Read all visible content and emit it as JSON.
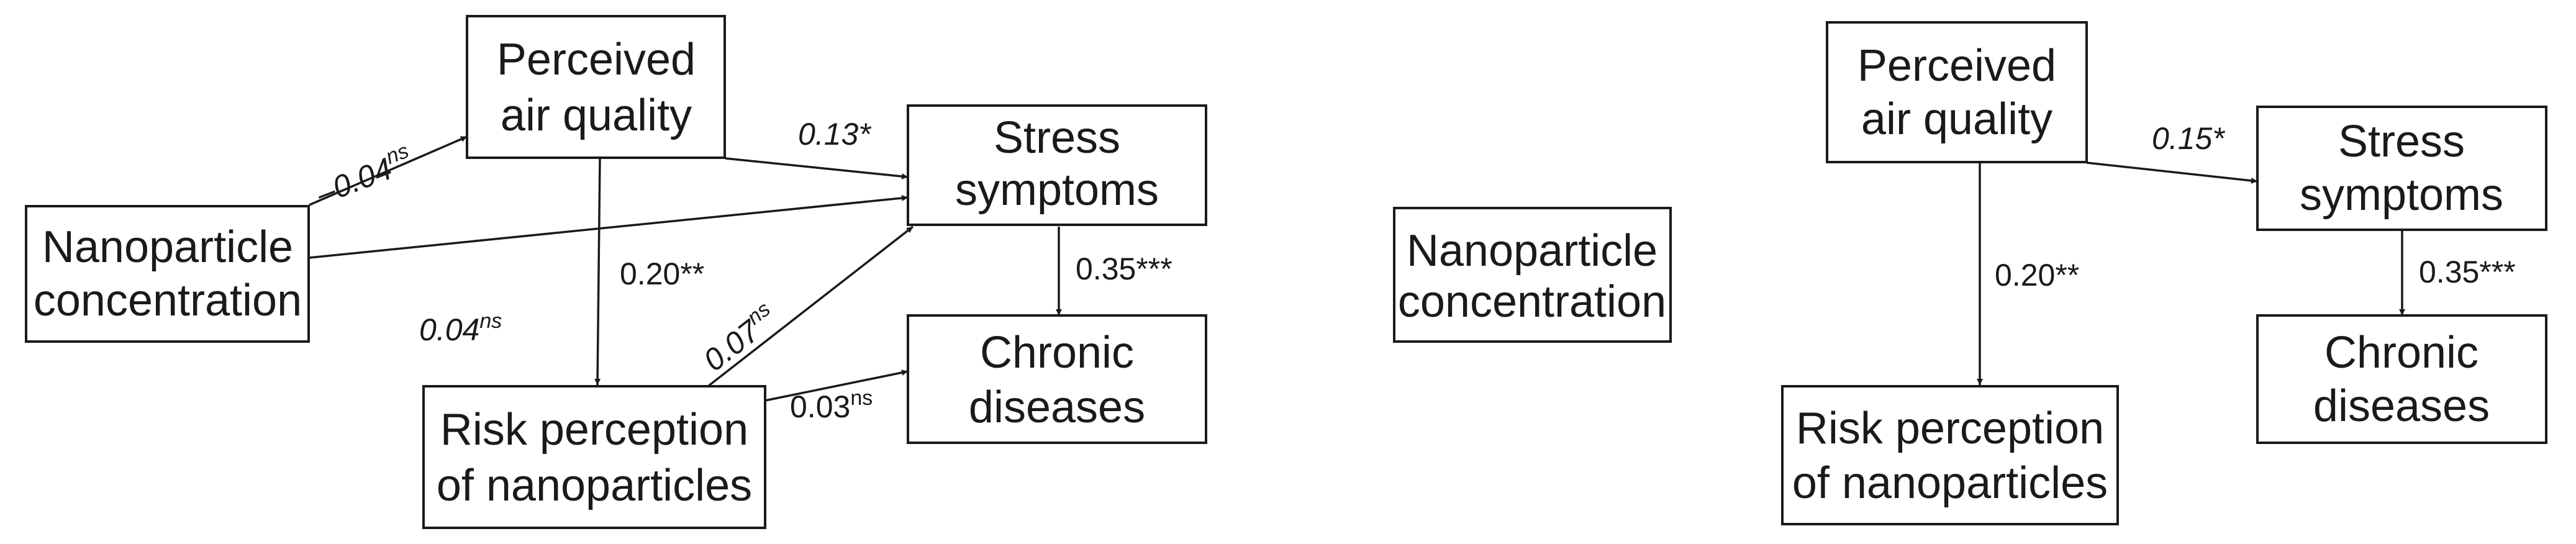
{
  "panels": [
    {
      "nodes": {
        "nano": [
          "Nanoparticle",
          "concentration"
        ],
        "paq": [
          "Perceived",
          "air quality"
        ],
        "stress": [
          "Stress",
          "symptoms"
        ],
        "risk": [
          "Risk perception",
          "of nanoparticles"
        ],
        "chronic": [
          "Chronic",
          "diseases"
        ]
      },
      "coefficients": {
        "nano_paq": {
          "value": "–0.04",
          "sig": "ns"
        },
        "paq_stress": {
          "value": "0.13",
          "sig": "*"
        },
        "paq_risk": {
          "value": "0.20",
          "sig": "**"
        },
        "nano_risk": {
          "value": "0.04",
          "sig": "ns"
        },
        "risk_stress": {
          "value": "0.07",
          "sig": "ns"
        },
        "stress_chronic": {
          "value": "0.35",
          "sig": "***"
        },
        "risk_chronic": {
          "value": "0.03",
          "sig": "ns"
        }
      }
    },
    {
      "nodes": {
        "nano": [
          "Nanoparticle",
          "concentration"
        ],
        "paq": [
          "Perceived",
          "air quality"
        ],
        "stress": [
          "Stress",
          "symptoms"
        ],
        "risk": [
          "Risk perception",
          "of nanoparticles"
        ],
        "chronic": [
          "Chronic",
          "diseases"
        ]
      },
      "coefficients": {
        "paq_stress": {
          "value": "0.15",
          "sig": "*"
        },
        "paq_risk": {
          "value": "0.20",
          "sig": "**"
        },
        "stress_chronic": {
          "value": "0.35",
          "sig": "***"
        }
      }
    }
  ]
}
